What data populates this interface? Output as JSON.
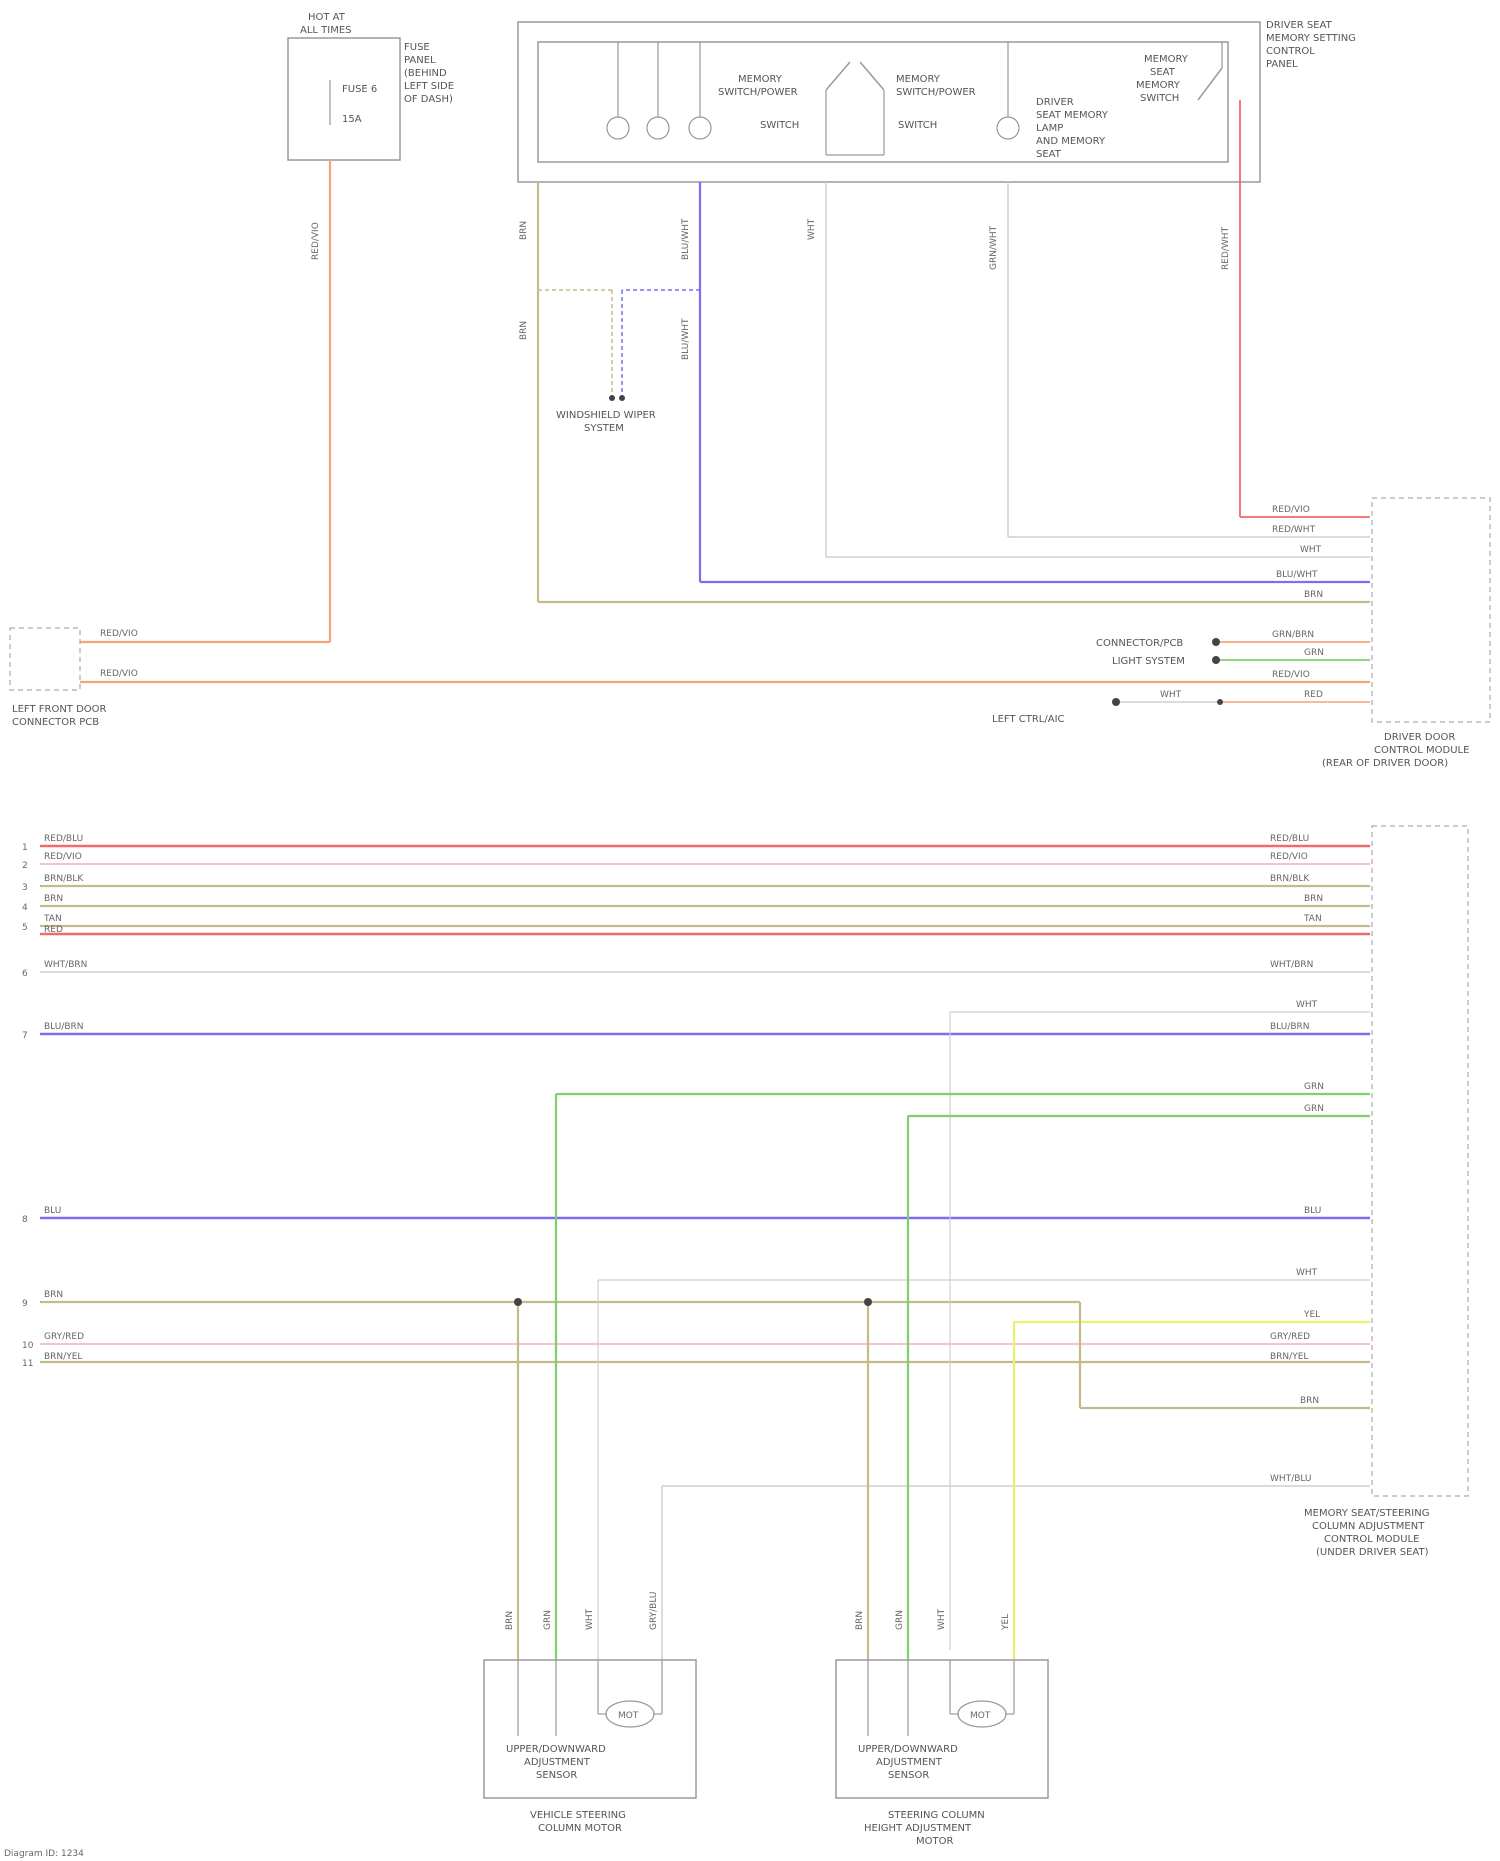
{
  "components": {
    "fuse_box": [
      "HOT AT",
      "ALL TIMES"
    ],
    "fuse_box_label": [
      "FUSE",
      "PANEL",
      "(BEHIND",
      "LEFT SIDE",
      "OF DASH)"
    ],
    "fuse_id": "FUSE 6",
    "fuse_amp": "15A",
    "memory_switch_title": [
      "DRIVER SEAT",
      "MEMORY SETTING",
      "CONTROL",
      "PANEL"
    ],
    "memory_button_1": [
      "MEMORY",
      "SWITCH/POWER"
    ],
    "memory_button_2": [
      "MEMORY",
      "SWITCH/POWER"
    ],
    "switch_label_a": "SWITCH",
    "switch_label_b": "SWITCH",
    "indicator_label": [
      "DRIVER",
      "SEAT MEMORY",
      "LAMP",
      "AND MEMORY",
      "SEAT"
    ],
    "memory_set_label": [
      "MEMORY",
      "SEAT",
      "MEMORY",
      "SWITCH"
    ],
    "ground_label": [
      "WINDSHIELD WIPER",
      "SYSTEM"
    ],
    "left_connector": [
      "LEFT FRONT DOOR",
      "CONNECTOR PCB"
    ],
    "door_module": [
      "DRIVER DOOR",
      "CONTROL MODULE",
      "(REAR OF DRIVER DOOR)"
    ],
    "memory_module": [
      "MEMORY SEAT/STEERING",
      "COLUMN ADJUSTMENT",
      "CONTROL MODULE",
      "(UNDER DRIVER SEAT)"
    ],
    "motor_1": [
      "UPPER/DOWNWARD",
      "ADJUSTMENT",
      "SENSOR"
    ],
    "motor_2": [
      "UPPER/DOWNWARD",
      "ADJUSTMENT",
      "SENSOR"
    ],
    "motor_1_caption": [
      "VEHICLE STEERING",
      "COLUMN MOTOR"
    ],
    "motor_2_caption": [
      "STEERING COLUMN",
      "HEIGHT ADJUSTMENT",
      "MOTOR"
    ],
    "motor_symbol": "MOT",
    "door_notes": [
      "CONNECTOR/PCB",
      "LIGHT SYSTEM"
    ],
    "left_ctrl": "LEFT CTRL/AIC",
    "footer": "Diagram ID: 1234"
  },
  "wire_colors": {
    "red": "#f06a6a",
    "orange": "#f7a27a",
    "tan": "#c6b98a",
    "blue": "#7b6df5",
    "green": "#7ed06e",
    "yellow": "#eeee70",
    "gray": "#cfcfcf",
    "pink": "#f5c4c4"
  },
  "wire_labels": {
    "fuse_out": "RED/VIO",
    "lp1": "RED/VIO",
    "lp2": "RED/VIO",
    "w_brn": "BRN",
    "w_blu": "BLU/WHT",
    "w_wht": "WHT",
    "w_grn": "GRN/WHT",
    "w_red": "RED/WHT",
    "door_a": "RED/VIO",
    "door_b": "RED/WHT",
    "door_c": "WHT",
    "door_d": "BLU/WHT",
    "door_e": "BRN",
    "door_f": "GRN/BRN",
    "door_g": "GRN",
    "door_h": "RED/VIO",
    "door_i": "RED",
    "door_j": "WHT",
    "b1": "RED/BLU",
    "b2": "RED/VIO",
    "b3": "BRN/BLK",
    "b4": "BRN",
    "b5": "TAN",
    "b6": "RED",
    "b7": "WHT/BRN",
    "b8": "BLU/BRN",
    "b9": "BLU",
    "b10": "BRN",
    "b11": "GRY/RED",
    "b12": "BRN/YEL",
    "r1": "RED/BLU",
    "r2": "RED/VIO",
    "r3": "BRN/BLK",
    "r4": "BRN",
    "r5": "TAN",
    "r6": "WHT/BRN",
    "r7": "WHT",
    "r8": "BLU/BRN",
    "r9": "GRN",
    "r10": "GRN",
    "r11": "BLU",
    "r12": "WHT",
    "r13": "YEL",
    "r14": "GRY/RED",
    "r15": "BRN/YEL",
    "r16": "BRN",
    "r17": "WHT/BLU",
    "m1a": "BRN",
    "m1b": "GRN",
    "m1c": "WHT",
    "m1d": "GRY/BLU",
    "m2a": "BRN",
    "m2b": "GRN",
    "m2c": "WHT",
    "m2d": "YEL"
  },
  "pin_numbers": {
    "left_bus": [
      "1",
      "2",
      "3",
      "4",
      "5",
      "6",
      "7",
      "8",
      "9",
      "10",
      "11"
    ]
  }
}
